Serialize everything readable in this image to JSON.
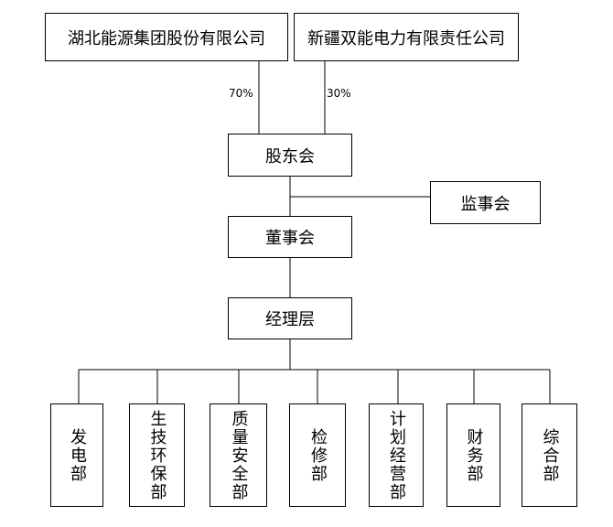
{
  "shareholders": [
    {
      "name": "湖北能源集团股份有限公司",
      "percent": "70%"
    },
    {
      "name": "新疆双能电力有限责任公司",
      "percent": "30%"
    }
  ],
  "nodes": {
    "shareholders_meeting": "股东会",
    "supervisory_board": "监事会",
    "board_of_directors": "董事会",
    "management": "经理层"
  },
  "departments": [
    {
      "name": "发电部"
    },
    {
      "name": "生技环保部"
    },
    {
      "name": "质量安全部"
    },
    {
      "name": "检修部"
    },
    {
      "name": "计划经营部"
    },
    {
      "name": "财务部"
    },
    {
      "name": "综合部"
    }
  ],
  "colors": {
    "line": "#000000",
    "box_border": "#000000",
    "background": "#ffffff"
  }
}
